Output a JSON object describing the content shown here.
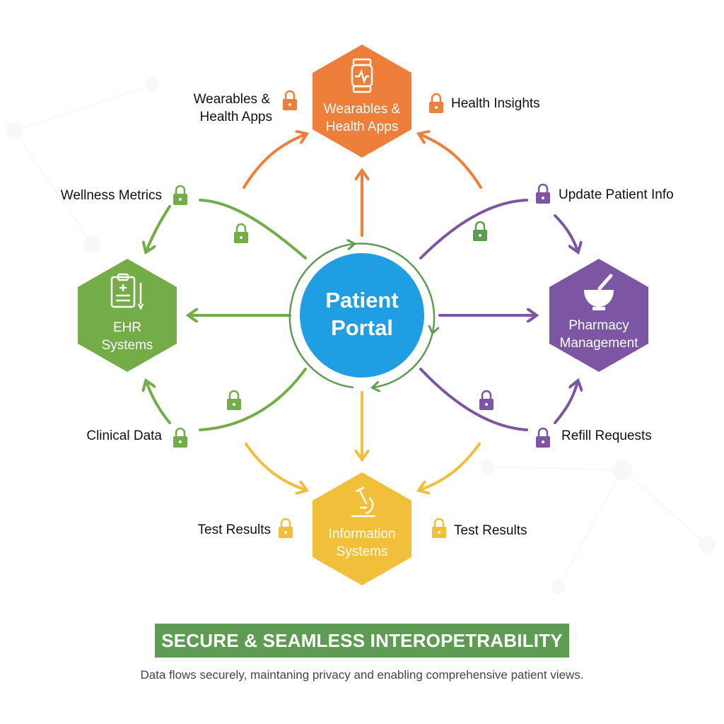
{
  "colors": {
    "orange": "#ee7f3b",
    "green": "#74ad47",
    "purple": "#7d56a3",
    "yellow": "#f2bf3a",
    "blue": "#1f9ee3",
    "banner": "#5f9c53"
  },
  "center": {
    "line1": "Patient",
    "line2": "Portal"
  },
  "nodes": {
    "wearables": {
      "line1": "Wearables &",
      "line2": "Health Apps",
      "icon": "smartwatch-icon"
    },
    "ehr": {
      "line1": "EHR",
      "line2": "Systems",
      "icon": "clipboard-icon"
    },
    "pharmacy": {
      "line1": "Pharmacy",
      "line2": "Management",
      "icon": "mortar-pestle-icon"
    },
    "info": {
      "line1": "Information",
      "line2": "Systems",
      "icon": "microscope-icon"
    }
  },
  "labels": {
    "wearables_left_1": "Wearables &",
    "wearables_left_2": "Health Apps",
    "health_insights": "Health Insights",
    "wellness_metrics": "Wellness Metrics",
    "update_patient_info": "Update Patient Info",
    "clinical_data": "Clinical Data",
    "refill_requests": "Refill Requests",
    "test_results_left": "Test Results",
    "test_results_right": "Test Results"
  },
  "footer": {
    "title": "SECURE & SEAMLESS INTEROPETRABILITY",
    "caption": "Data flows securely, maintaning privacy and enabling comprehensive patient views."
  }
}
